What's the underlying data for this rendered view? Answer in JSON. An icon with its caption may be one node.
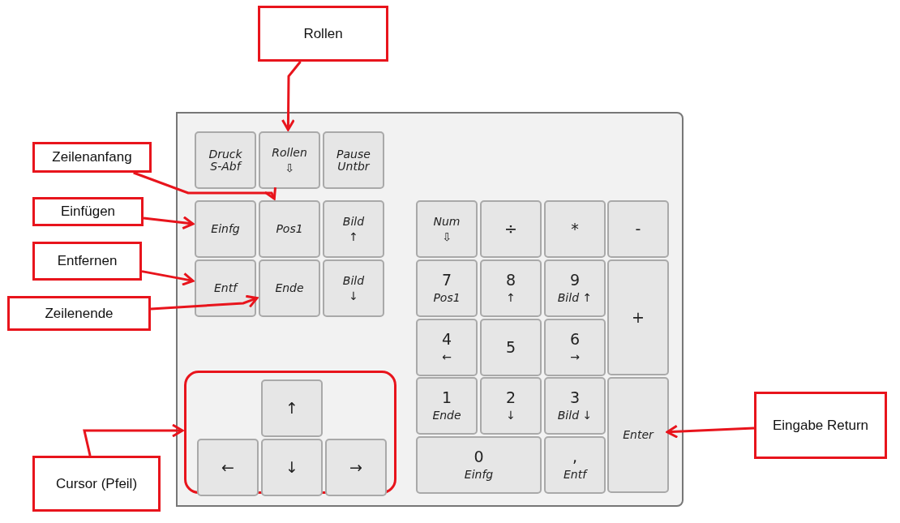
{
  "diagram": {
    "nodes": [
      {
        "text": [
          "Rollen"
        ]
      },
      {
        "text": [
          "Zeilenanfang"
        ]
      },
      {
        "text": [
          "Einfügen"
        ]
      },
      {
        "text": [
          "Entfernen"
        ]
      },
      {
        "text": [
          "Zeilenende"
        ]
      },
      {
        "text": [
          "Cursor (Pfeil)"
        ]
      },
      {
        "text": [
          "Eingabe Return"
        ]
      },
      {
        "text": [],
        "shape": "box"
      },
      {
        "text": [
          "Druck S-Abf"
        ],
        "in": 7
      },
      {
        "text": [
          "Rollen",
          "⇩"
        ],
        "in": 7
      },
      {
        "text": [
          "Pause Untbr"
        ],
        "in": 7
      },
      {
        "text": [
          "Einfg"
        ],
        "in": 7
      },
      {
        "text": [
          "Pos1"
        ],
        "in": 7
      },
      {
        "text": [
          "Bild",
          "↑"
        ],
        "in": 7
      },
      {
        "text": [
          "Entf"
        ],
        "in": 7
      },
      {
        "text": [
          "Ende"
        ],
        "in": 7
      },
      {
        "text": [
          "Bild",
          "↓"
        ],
        "in": 7
      },
      {
        "text": [],
        "shape": "box",
        "in": 7
      },
      {
        "text": [
          "↑"
        ],
        "in": 17
      },
      {
        "text": [
          "←"
        ],
        "in": 17
      },
      {
        "text": [
          "↓"
        ],
        "in": 17
      },
      {
        "text": [
          "→"
        ],
        "in": 17
      },
      {
        "text": [
          "Num",
          "⇩"
        ],
        "in": 7
      },
      {
        "text": [
          "÷"
        ],
        "in": 7
      },
      {
        "text": [
          "*"
        ],
        "in": 7
      },
      {
        "text": [
          "-"
        ],
        "in": 7
      },
      {
        "text": [
          "7",
          "Pos1"
        ],
        "in": 7
      },
      {
        "text": [
          "8",
          "↑"
        ],
        "in": 7
      },
      {
        "text": [
          "9",
          "Bild ↑"
        ],
        "in": 7
      },
      {
        "text": [
          "+"
        ],
        "in": 7
      },
      {
        "text": [
          "4",
          "←"
        ],
        "in": 7
      },
      {
        "text": [
          "5"
        ],
        "in": 7
      },
      {
        "text": [
          "6",
          "→"
        ],
        "in": 7
      },
      {
        "text": [
          "1",
          "Ende"
        ],
        "in": 7
      },
      {
        "text": [
          "2",
          "↓"
        ],
        "in": 7
      },
      {
        "text": [
          "3",
          "Bild ↓"
        ],
        "in": 7
      },
      {
        "text": [
          "Enter"
        ],
        "in": 7
      },
      {
        "text": [
          "0",
          "Einfg"
        ],
        "in": 7
      },
      {
        "text": [
          ",",
          "Entf"
        ],
        "in": 7
      }
    ],
    "edges": [
      {
        "from": 0,
        "to": 9,
        "arrow": "to"
      },
      {
        "from": 1,
        "to": 12,
        "arrow": "to"
      },
      {
        "from": 2,
        "to": 11,
        "arrow": "to"
      },
      {
        "from": 3,
        "to": 14,
        "arrow": "to"
      },
      {
        "from": 4,
        "to": 15,
        "arrow": "to"
      },
      {
        "from": 5,
        "to": 17,
        "arrow": "to"
      },
      {
        "from": 6,
        "to": 36,
        "arrow": "to"
      }
    ]
  }
}
